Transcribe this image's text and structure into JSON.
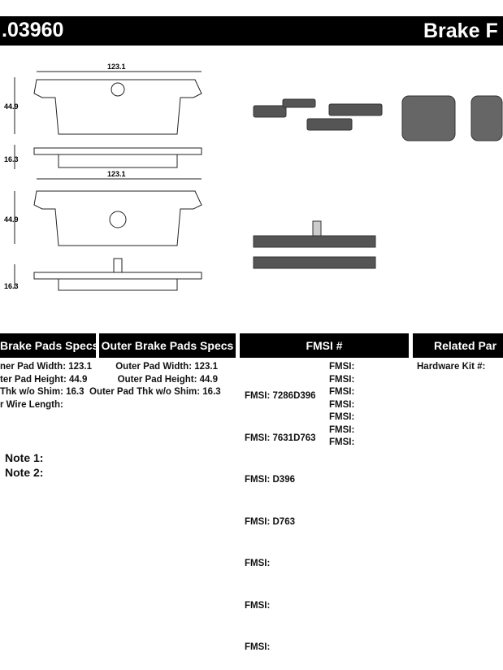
{
  "header": {
    "part_number": ".03960",
    "title": "Brake F"
  },
  "drawing": {
    "width": "123.1",
    "height": "44.9",
    "thickness": "16.3"
  },
  "inner": {
    "title": "Brake Pads Specs",
    "rows": [
      "ner Pad Width: 123.1",
      "ter Pad Height: 44.9",
      " Thk w/o Shim: 16.3",
      "r Wire Length:"
    ]
  },
  "outer": {
    "title": "Outer Brake Pads Specs",
    "rows": [
      "Outer Pad Width: 123.1",
      "Outer Pad Height: 44.9",
      "Outer Pad Thk w/o Shim: 16.3"
    ]
  },
  "fmsi": {
    "title": "FMSI #",
    "col1": [
      "FMSI:  7286D396",
      "FMSI:  7631D763",
      "FMSI:  D396",
      "FMSI:  D763",
      "FMSI:",
      "FMSI:",
      "FMSI:"
    ],
    "col2": [
      "FMSI:",
      "FMSI:",
      "FMSI:",
      "FMSI:",
      "FMSI:",
      "FMSI:",
      "FMSI:"
    ]
  },
  "related": {
    "title": "Related Par",
    "hardware_kit": "Hardware Kit #:"
  },
  "notes": [
    "Note 1:",
    "Note 2:"
  ]
}
